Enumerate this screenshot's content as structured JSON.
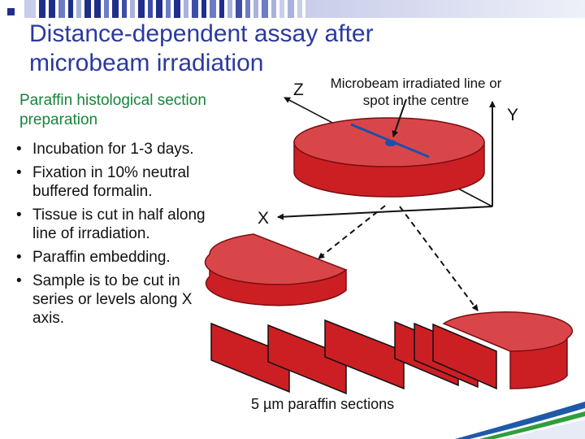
{
  "title": "Distance-dependent assay after microbeam irradiation",
  "subtitle": "Paraffin histological section preparation",
  "bullets": [
    "Incubation for 1-3 days.",
    "Fixation in 10% neutral buffered formalin.",
    "Tissue is cut in half along line of irradiation.",
    "Paraffin embedding.",
    "Sample is to be cut in series or levels along X axis."
  ],
  "diagram": {
    "microbeam_label": "Microbeam irradiated line or spot in the centre",
    "axis_z": "Z",
    "axis_y": "Y",
    "axis_x": "X",
    "sections_label": "5 µm paraffin sections"
  },
  "colors": {
    "title": "#2a3a9e",
    "subtitle": "#15863b",
    "tissue_top": "#d9464a",
    "tissue_side": "#cc1f24",
    "beam_line": "#1f4fa8",
    "topbar": [
      "#1f2e8a",
      "#3e4ea8",
      "#6e7cc4",
      "#a9b2dd",
      "#d7dbef"
    ]
  },
  "icons": [
    "corner-square-icon",
    "bullet-dot-icon",
    "swoosh-logo-icon"
  ]
}
